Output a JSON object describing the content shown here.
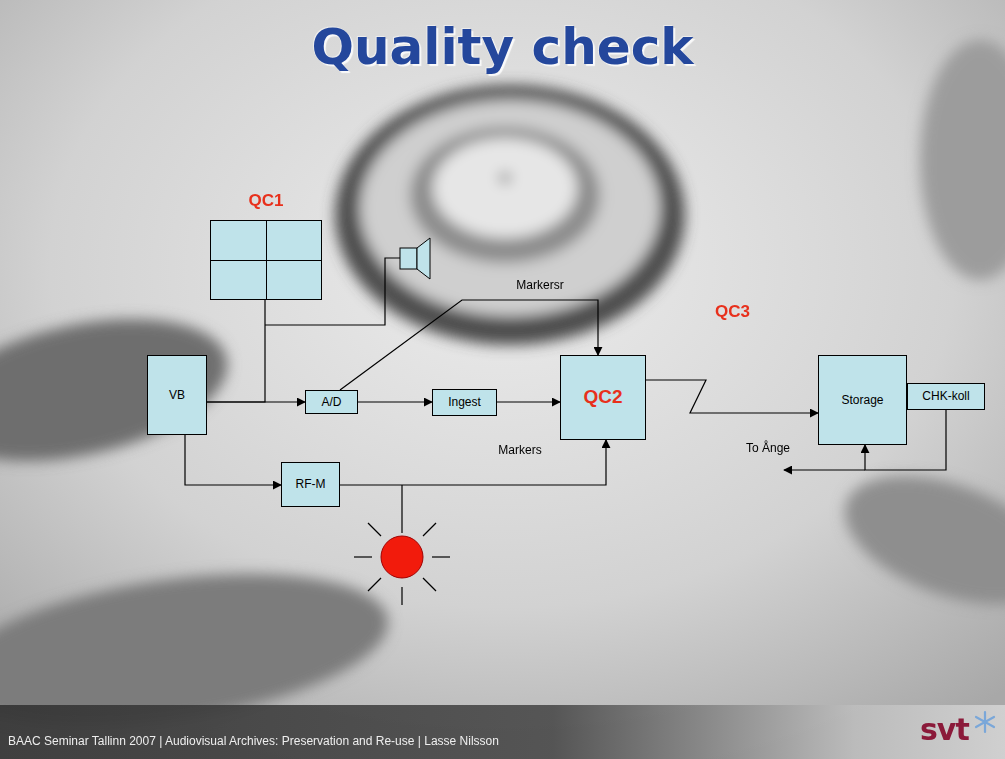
{
  "diagram": {
    "title": "Quality check",
    "nodes": [
      {
        "text": [
          "QC1"
        ]
      },
      {
        "text": [
          "VB"
        ]
      },
      {
        "text": [
          "A/D"
        ]
      },
      {
        "text": [
          "Ingest"
        ]
      },
      {
        "text": [
          "QC2"
        ]
      },
      {
        "text": [
          "RF-M"
        ]
      },
      {
        "text": [
          "Storage"
        ]
      },
      {
        "text": [
          "CHK-koll"
        ]
      }
    ],
    "edges": [
      {
        "from": 1,
        "to": 2,
        "arrow": "to"
      },
      {
        "from": 1,
        "to": 0,
        "arrow": "none"
      },
      {
        "from": 2,
        "to": 3,
        "arrow": "to"
      },
      {
        "from": 3,
        "to": 4,
        "arrow": "to"
      },
      {
        "from": 2,
        "to": 4,
        "label": "Markersr",
        "arrow": "to"
      },
      {
        "from": 1,
        "to": 5,
        "arrow": "to"
      },
      {
        "from": 5,
        "to": 4,
        "label": "Markers",
        "arrow": "to"
      },
      {
        "from": 4,
        "to": 6,
        "arrow": "to"
      },
      {
        "from": 7,
        "to": 6,
        "arrow": "to"
      }
    ],
    "labels": [
      "QC3",
      "To Ånge",
      "BAAC Seminar Tallinn 2007 | Audiovisual Archives: Preservation and Re-use | Lasse Nilsson",
      "svt"
    ]
  }
}
